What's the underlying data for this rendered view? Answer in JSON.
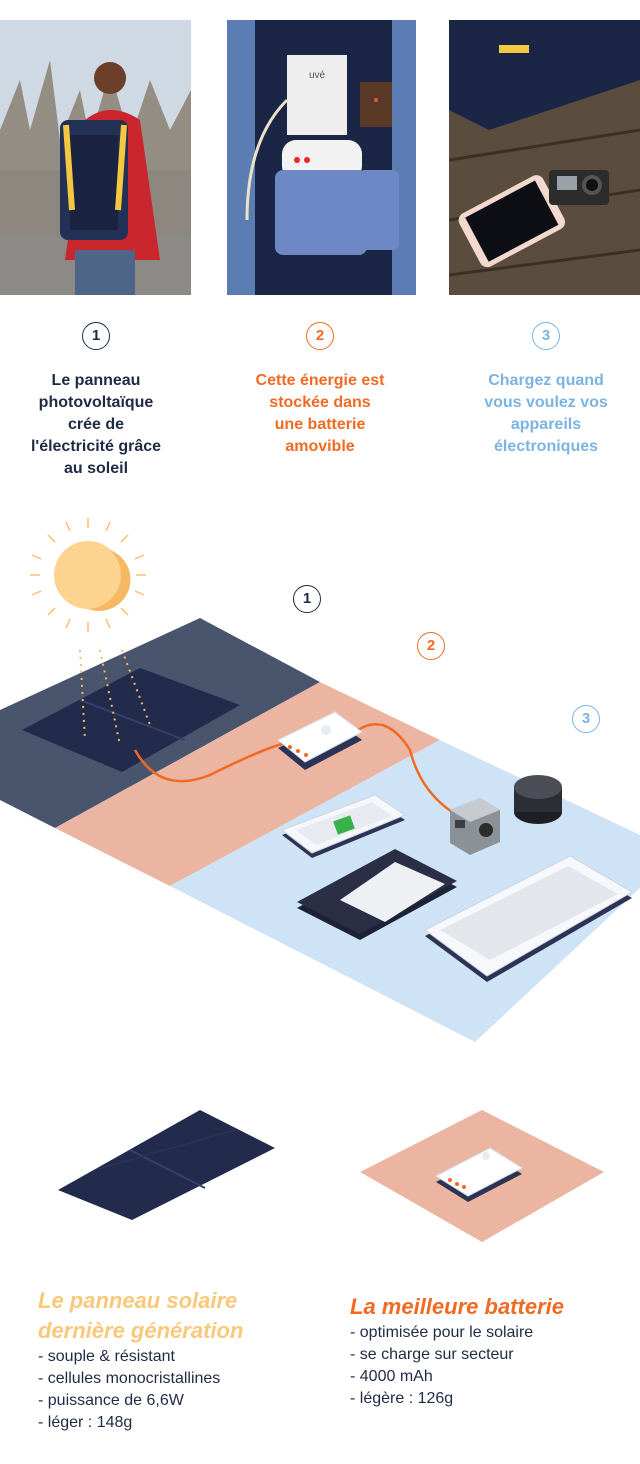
{
  "steps": [
    {
      "num": "1",
      "text": "Le panneau photovoltaïque crée de l'électricité grâce au soleil",
      "color": "#1f2a44"
    },
    {
      "num": "2",
      "text": "Cette énergie est stockée dans une batterie amovible",
      "color": "#f26a21"
    },
    {
      "num": "3",
      "text": "Chargez quand vous voulez vos appareils électroniques",
      "color": "#7bb4e3"
    }
  ],
  "photos": {
    "photo1": "backpack-with-solar-panel",
    "photo2": "battery-in-pocket",
    "photo3": "phone-and-action-camera",
    "label_text": "uvé"
  },
  "diagram_markers": [
    "1",
    "2",
    "3"
  ],
  "features": {
    "solar": {
      "title": "Le panneau solaire dernière génération",
      "items": [
        "souple & résistant",
        "cellules monocristallines",
        "puissance de 6,6W",
        "léger : 148g"
      ],
      "color": "#f9c87a"
    },
    "battery": {
      "title": "La meilleure batterie",
      "items": [
        "optimisée pour le solaire",
        "se charge sur secteur",
        "4000 mAh",
        "légère : 126g"
      ],
      "color": "#f26a21"
    }
  }
}
